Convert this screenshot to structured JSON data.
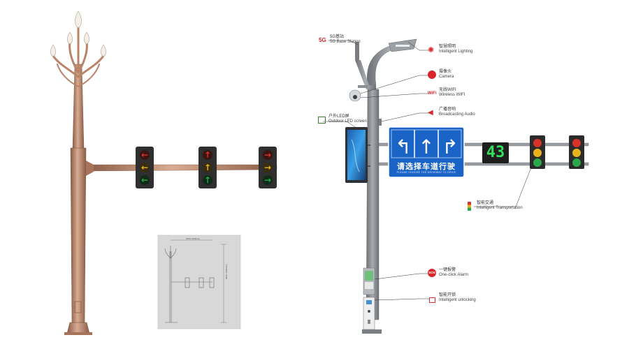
{
  "callouts": {
    "base_station": {
      "cn": "5G基站",
      "en": "5G Base Station",
      "badge": "5G",
      "icon": "5g-badge-icon",
      "color": "#d7262b"
    },
    "lighting": {
      "cn": "智慧照明",
      "en": "Intelligent Lighting",
      "icon": "light-burst-icon",
      "color": "#d7262b"
    },
    "camera": {
      "cn": "摄像头",
      "en": "Camera",
      "icon": "camera-icon",
      "color": "#d7262b"
    },
    "wifi": {
      "cn": "无线WIFI",
      "en": "Wireless WIFI",
      "badge": "WiFi",
      "icon": "wifi-icon",
      "color": "#d7262b"
    },
    "audio": {
      "cn": "广播音响",
      "en": "Broadcasting Audio",
      "icon": "speaker-icon",
      "color": "#d7262b"
    },
    "led_screen": {
      "cn": "户外LED屏",
      "en": "Outdoor LED screen",
      "icon": "led-screen-icon",
      "color": "#3a7d2c"
    },
    "transport": {
      "cn": "智能交通",
      "en": "Intelligent Transportation",
      "icon": "traffic-light-icon",
      "color": "#d7262b"
    },
    "alarm": {
      "cn": "一键报警",
      "en": "One-click Alarm",
      "badge": "SOS",
      "icon": "sos-icon",
      "color": "#d7262b"
    },
    "unlocking": {
      "cn": "智能开锁",
      "en": "Intelligent unlocking",
      "icon": "lock-icon",
      "color": "#d7262b"
    }
  },
  "road_sign": {
    "text": "请选择车道行驶",
    "subtext": "PLEASE CHOOSE THE DRIVEWAY TO DRIVE",
    "bg_color": "#1a64c8"
  },
  "countdown": {
    "value": "43",
    "color": "#35e05c"
  },
  "colors": {
    "bronze": "#b98468",
    "bronze_dark": "#7d5442",
    "pole_gray": "#8e9296",
    "signal_red": "#d8332b",
    "signal_yellow": "#e8b21d",
    "signal_green": "#2aa84a"
  },
  "thumbnail": {
    "dim_top": "3500~5000mm",
    "dim_side": "9000~10000mm"
  }
}
